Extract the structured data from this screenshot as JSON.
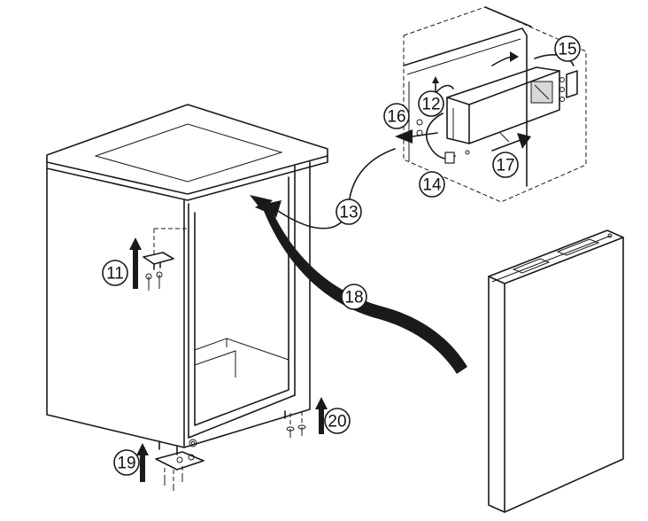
{
  "callouts": [
    {
      "id": "11",
      "label": "11"
    },
    {
      "id": "12",
      "label": "12"
    },
    {
      "id": "13",
      "label": "13"
    },
    {
      "id": "14",
      "label": "14"
    },
    {
      "id": "15",
      "label": "15"
    },
    {
      "id": "16",
      "label": "16"
    },
    {
      "id": "17",
      "label": "17"
    },
    {
      "id": "18",
      "label": "18"
    },
    {
      "id": "19",
      "label": "19"
    },
    {
      "id": "20",
      "label": "20"
    }
  ]
}
